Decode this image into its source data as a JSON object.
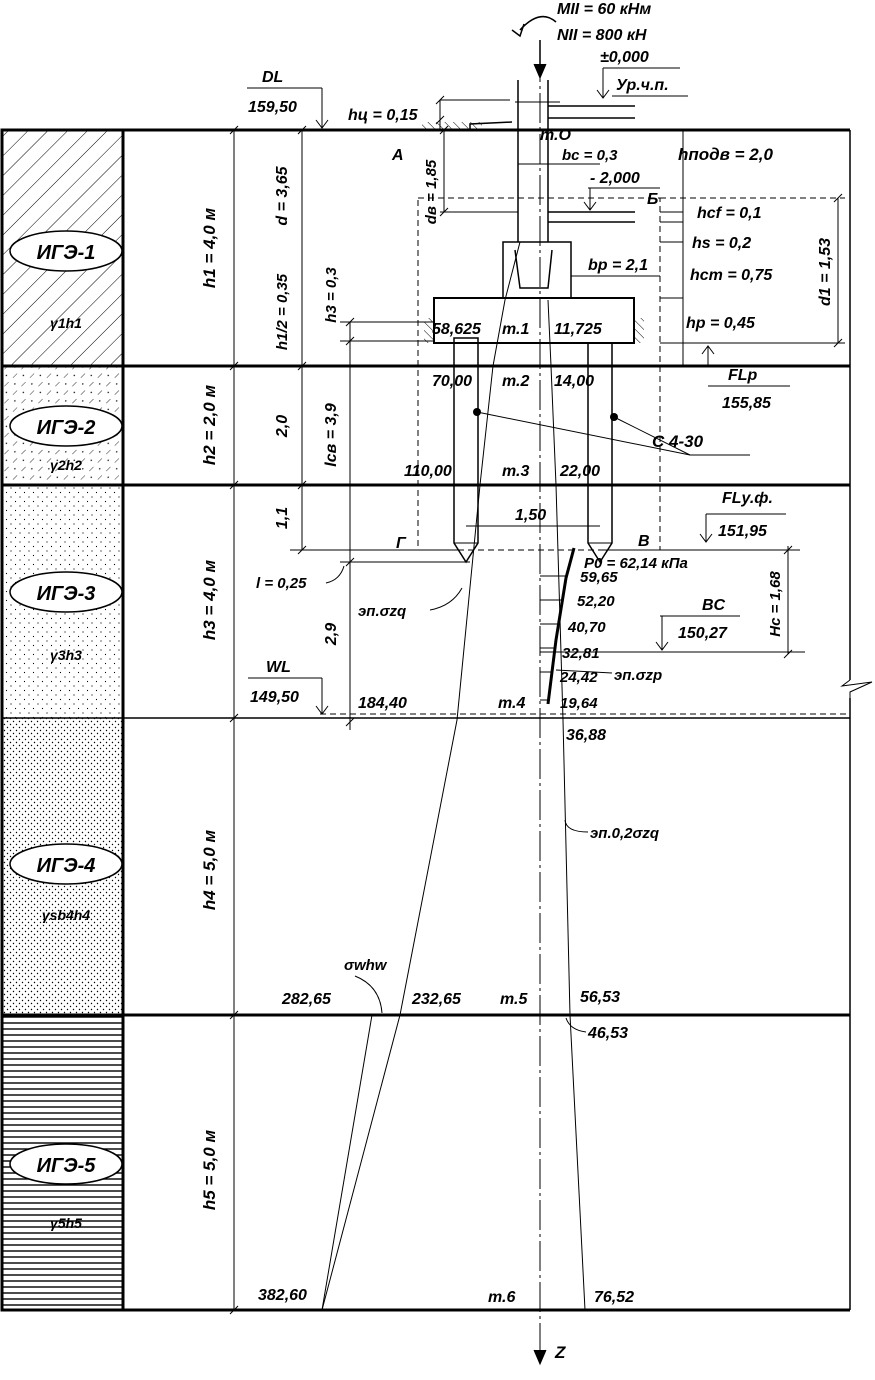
{
  "loads": {
    "moment": "MII = 60 кНм",
    "normal": "NII = 800 кН"
  },
  "levels": {
    "zero": "±0,000",
    "floor": "Ур.ч.п.",
    "dl_label": "DL",
    "dl_value": "159,50",
    "minus2": "- 2,000",
    "flp_label": "FLp",
    "flp_value": "155,85",
    "fluf_label": "FLy.ф.",
    "fluf_value": "151,95",
    "bc_label": "BC",
    "bc_value": "150,27",
    "wl_label": "WL",
    "wl_value": "149,50"
  },
  "layers": [
    {
      "id": "ИГЭ-1",
      "formula": "γ1h1",
      "thickness": "h1 = 4,0 м"
    },
    {
      "id": "ИГЭ-2",
      "formula": "γ2h2",
      "thickness": "h2 = 2,0 м"
    },
    {
      "id": "ИГЭ-3",
      "formula": "γ3h3",
      "thickness": "h3 = 4,0 м"
    },
    {
      "id": "ИГЭ-4",
      "formula": "γsb4h4",
      "thickness": "h4 = 5,0 м"
    },
    {
      "id": "ИГЭ-5",
      "formula": "γ5h5",
      "thickness": "h5 = 5,0 м"
    }
  ],
  "dims": {
    "hc": "hц = 0,15",
    "d": "d = 3,65",
    "h1_2": "h1/2 = 0,35",
    "dv": "dв = 1,85",
    "h3": "h3 = 0,3",
    "lsv": "lсв = 3,9",
    "two": "2,0",
    "one_one": "1,1",
    "l": "l = 0,25",
    "two_nine": "2,9",
    "bc": "bc = 0,3",
    "hpodv": "hподв = 2,0",
    "hcf": "hcf = 0,1",
    "hs": "hs = 0,2",
    "bp": "bp = 2,1",
    "hcm": "hcm = 0,75",
    "d1": "d1 = 1,53",
    "hp": "hp = 0,45",
    "pile_spacing": "1,50",
    "p0": "P0 = 62,14 кПа",
    "hcd": "Hc = 1,68",
    "pile_mark": "С 4-30"
  },
  "points": {
    "A": "А",
    "B": "Б",
    "V": "В",
    "G": "Г",
    "t0": "т.О",
    "t1": "т.1",
    "t2": "т.2",
    "t3": "т.3",
    "t4": "т.4",
    "t5": "т.5",
    "t6": "т.6",
    "axis": "Z"
  },
  "stresses": {
    "t1_left": "58,625",
    "t1_right": "11,725",
    "t2_left": "70,00",
    "t2_right": "14,00",
    "t3_left": "110,00",
    "t3_right": "22,00",
    "t4_left": "184,40",
    "t4_right": "36,88",
    "t5_sw": "282,65",
    "t5_left": "232,65",
    "t5_right": "56,53",
    "t5_right2": "46,53",
    "t6_left": "382,60",
    "t6_right": "76,52",
    "zp": [
      "59,65",
      "52,20",
      "40,70",
      "32,81",
      "24,42",
      "19,64"
    ]
  },
  "epures": {
    "zq": "эп.σzq",
    "zp": "эп.σzp",
    "zq02": "эп.0,2σzq",
    "swhw": "σwhw"
  }
}
